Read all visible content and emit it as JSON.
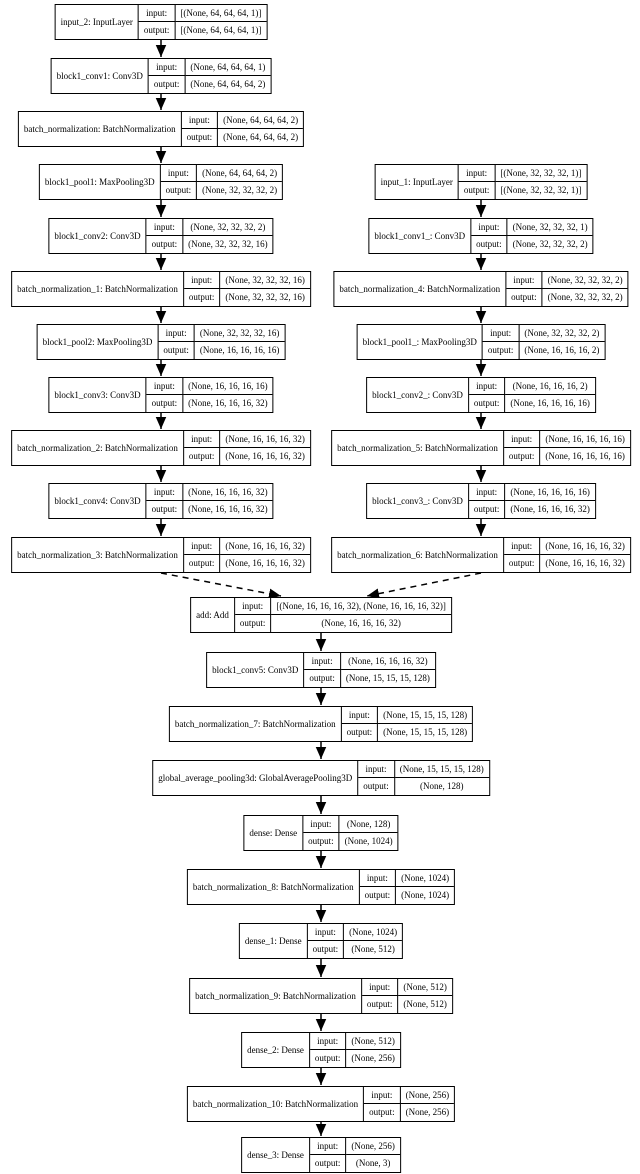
{
  "diagram": {
    "background": "#ffffff",
    "box_fill": "#ffffff",
    "line_color": "#000000"
  },
  "labels": {
    "input": "input:",
    "output": "output:"
  },
  "graph": {
    "nodes": [
      {
        "id": "input_2",
        "label": "input_2: InputLayer",
        "input_shape": "[(None, 64, 64, 64, 1)]",
        "output_shape": "[(None, 64, 64, 64, 1)]"
      },
      {
        "id": "block1_conv1",
        "label": "block1_conv1: Conv3D",
        "input_shape": "(None, 64, 64, 64, 1)",
        "output_shape": "(None, 64, 64, 64, 2)"
      },
      {
        "id": "batch_normalization",
        "label": "batch_normalization: BatchNormalization",
        "input_shape": "(None, 64, 64, 64, 2)",
        "output_shape": "(None, 64, 64, 64, 2)"
      },
      {
        "id": "block1_pool1",
        "label": "block1_pool1: MaxPooling3D",
        "input_shape": "(None, 64, 64, 64, 2)",
        "output_shape": "(None, 32, 32, 32, 2)"
      },
      {
        "id": "block1_conv2",
        "label": "block1_conv2: Conv3D",
        "input_shape": "(None, 32, 32, 32, 2)",
        "output_shape": "(None, 32, 32, 32, 16)"
      },
      {
        "id": "batch_normalization_1",
        "label": "batch_normalization_1: BatchNormalization",
        "input_shape": "(None, 32, 32, 32, 16)",
        "output_shape": "(None, 32, 32, 32, 16)"
      },
      {
        "id": "block1_pool2",
        "label": "block1_pool2: MaxPooling3D",
        "input_shape": "(None, 32, 32, 32, 16)",
        "output_shape": "(None, 16, 16, 16, 16)"
      },
      {
        "id": "block1_conv3",
        "label": "block1_conv3: Conv3D",
        "input_shape": "(None, 16, 16, 16, 16)",
        "output_shape": "(None, 16, 16, 16, 32)"
      },
      {
        "id": "batch_normalization_2",
        "label": "batch_normalization_2: BatchNormalization",
        "input_shape": "(None, 16, 16, 16, 32)",
        "output_shape": "(None, 16, 16, 16, 32)"
      },
      {
        "id": "block1_conv4",
        "label": "block1_conv4: Conv3D",
        "input_shape": "(None, 16, 16, 16, 32)",
        "output_shape": "(None, 16, 16, 16, 32)"
      },
      {
        "id": "batch_normalization_3",
        "label": "batch_normalization_3: BatchNormalization",
        "input_shape": "(None, 16, 16, 16, 32)",
        "output_shape": "(None, 16, 16, 16, 32)"
      },
      {
        "id": "input_1",
        "label": "input_1: InputLayer",
        "input_shape": "[(None, 32, 32, 32, 1)]",
        "output_shape": "[(None, 32, 32, 32, 1)]"
      },
      {
        "id": "block1_conv1_",
        "label": "block1_conv1_: Conv3D",
        "input_shape": "(None, 32, 32, 32, 1)",
        "output_shape": "(None, 32, 32, 32, 2)"
      },
      {
        "id": "batch_normalization_4",
        "label": "batch_normalization_4: BatchNormalization",
        "input_shape": "(None, 32, 32, 32, 2)",
        "output_shape": "(None, 32, 32, 32, 2)"
      },
      {
        "id": "block1_pool1_",
        "label": "block1_pool1_: MaxPooling3D",
        "input_shape": "(None, 32, 32, 32, 2)",
        "output_shape": "(None, 16, 16, 16, 2)"
      },
      {
        "id": "block1_conv2_",
        "label": "block1_conv2_: Conv3D",
        "input_shape": "(None, 16, 16, 16, 2)",
        "output_shape": "(None, 16, 16, 16, 16)"
      },
      {
        "id": "batch_normalization_5",
        "label": "batch_normalization_5: BatchNormalization",
        "input_shape": "(None, 16, 16, 16, 16)",
        "output_shape": "(None, 16, 16, 16, 16)"
      },
      {
        "id": "block1_conv3_",
        "label": "block1_conv3_: Conv3D",
        "input_shape": "(None, 16, 16, 16, 16)",
        "output_shape": "(None, 16, 16, 16, 32)"
      },
      {
        "id": "batch_normalization_6",
        "label": "batch_normalization_6: BatchNormalization",
        "input_shape": "(None, 16, 16, 16, 32)",
        "output_shape": "(None, 16, 16, 16, 32)"
      },
      {
        "id": "add",
        "label": "add: Add",
        "input_shape": "[(None, 16, 16, 16, 32), (None, 16, 16, 16, 32)]",
        "output_shape": "(None, 16, 16, 16, 32)"
      },
      {
        "id": "block1_conv5",
        "label": "block1_conv5: Conv3D",
        "input_shape": "(None, 16, 16, 16, 32)",
        "output_shape": "(None, 15, 15, 15, 128)"
      },
      {
        "id": "batch_normalization_7",
        "label": "batch_normalization_7: BatchNormalization",
        "input_shape": "(None, 15, 15, 15, 128)",
        "output_shape": "(None, 15, 15, 15, 128)"
      },
      {
        "id": "global_average_pooling3d",
        "label": "global_average_pooling3d: GlobalAveragePooling3D",
        "input_shape": "(None, 15, 15, 15, 128)",
        "output_shape": "(None, 128)"
      },
      {
        "id": "dense",
        "label": "dense: Dense",
        "input_shape": "(None, 128)",
        "output_shape": "(None, 1024)"
      },
      {
        "id": "batch_normalization_8",
        "label": "batch_normalization_8: BatchNormalization",
        "input_shape": "(None, 1024)",
        "output_shape": "(None, 1024)"
      },
      {
        "id": "dense_1",
        "label": "dense_1: Dense",
        "input_shape": "(None, 1024)",
        "output_shape": "(None, 512)"
      },
      {
        "id": "batch_normalization_9",
        "label": "batch_normalization_9: BatchNormalization",
        "input_shape": "(None, 512)",
        "output_shape": "(None, 512)"
      },
      {
        "id": "dense_2",
        "label": "dense_2: Dense",
        "input_shape": "(None, 512)",
        "output_shape": "(None, 256)"
      },
      {
        "id": "batch_normalization_10",
        "label": "batch_normalization_10: BatchNormalization",
        "input_shape": "(None, 256)",
        "output_shape": "(None, 256)"
      },
      {
        "id": "dense_3",
        "label": "dense_3: Dense",
        "input_shape": "(None, 256)",
        "output_shape": "(None, 3)"
      }
    ],
    "edges": [
      {
        "from": "input_2",
        "to": "block1_conv1",
        "style": "solid"
      },
      {
        "from": "block1_conv1",
        "to": "batch_normalization",
        "style": "solid"
      },
      {
        "from": "batch_normalization",
        "to": "block1_pool1",
        "style": "solid"
      },
      {
        "from": "block1_pool1",
        "to": "block1_conv2",
        "style": "solid"
      },
      {
        "from": "block1_conv2",
        "to": "batch_normalization_1",
        "style": "solid"
      },
      {
        "from": "batch_normalization_1",
        "to": "block1_pool2",
        "style": "solid"
      },
      {
        "from": "block1_pool2",
        "to": "block1_conv3",
        "style": "solid"
      },
      {
        "from": "block1_conv3",
        "to": "batch_normalization_2",
        "style": "solid"
      },
      {
        "from": "batch_normalization_2",
        "to": "block1_conv4",
        "style": "solid"
      },
      {
        "from": "block1_conv4",
        "to": "batch_normalization_3",
        "style": "solid"
      },
      {
        "from": "input_1",
        "to": "block1_conv1_",
        "style": "solid"
      },
      {
        "from": "block1_conv1_",
        "to": "batch_normalization_4",
        "style": "solid"
      },
      {
        "from": "batch_normalization_4",
        "to": "block1_pool1_",
        "style": "solid"
      },
      {
        "from": "block1_pool1_",
        "to": "block1_conv2_",
        "style": "solid"
      },
      {
        "from": "block1_conv2_",
        "to": "batch_normalization_5",
        "style": "solid"
      },
      {
        "from": "batch_normalization_5",
        "to": "block1_conv3_",
        "style": "solid"
      },
      {
        "from": "block1_conv3_",
        "to": "batch_normalization_6",
        "style": "solid"
      },
      {
        "from": "batch_normalization_3",
        "to": "add",
        "style": "dashed"
      },
      {
        "from": "batch_normalization_6",
        "to": "add",
        "style": "dashed"
      },
      {
        "from": "add",
        "to": "block1_conv5",
        "style": "solid"
      },
      {
        "from": "block1_conv5",
        "to": "batch_normalization_7",
        "style": "solid"
      },
      {
        "from": "batch_normalization_7",
        "to": "global_average_pooling3d",
        "style": "solid"
      },
      {
        "from": "global_average_pooling3d",
        "to": "dense",
        "style": "solid"
      },
      {
        "from": "dense",
        "to": "batch_normalization_8",
        "style": "solid"
      },
      {
        "from": "batch_normalization_8",
        "to": "dense_1",
        "style": "solid"
      },
      {
        "from": "dense_1",
        "to": "batch_normalization_9",
        "style": "solid"
      },
      {
        "from": "batch_normalization_9",
        "to": "dense_2",
        "style": "solid"
      },
      {
        "from": "dense_2",
        "to": "batch_normalization_10",
        "style": "solid"
      },
      {
        "from": "batch_normalization_10",
        "to": "dense_3",
        "style": "solid"
      }
    ]
  }
}
